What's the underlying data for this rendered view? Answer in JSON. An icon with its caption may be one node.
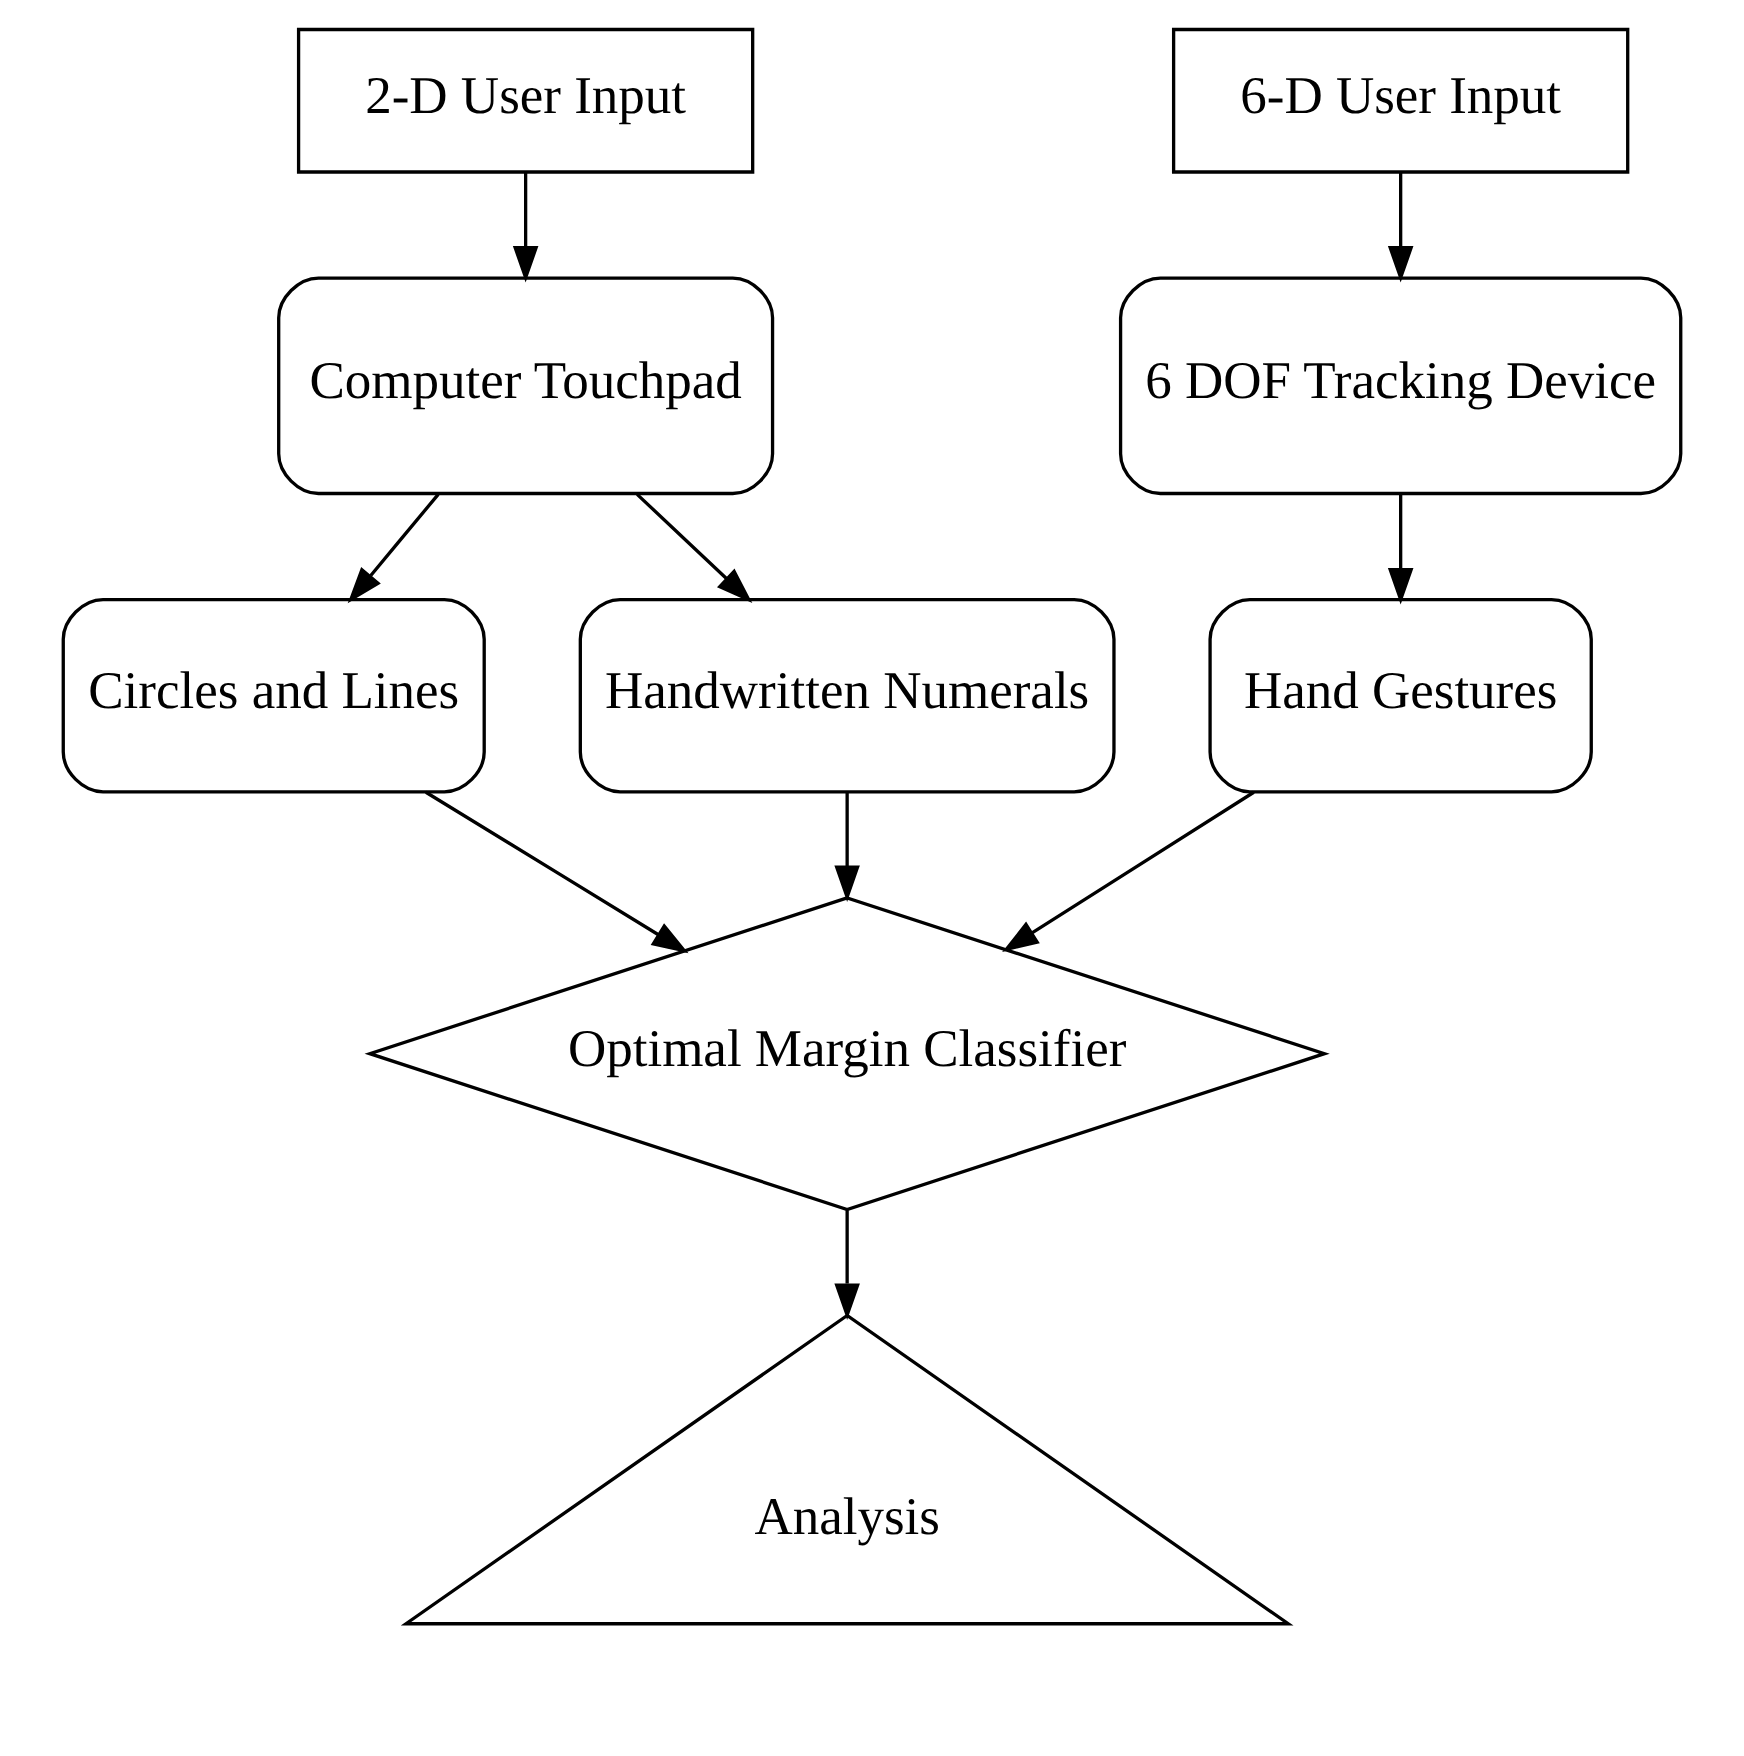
{
  "diagram": {
    "nodes": [
      {
        "text": [
          "2-D User Input"
        ]
      },
      {
        "text": [
          "6-D User Input"
        ]
      },
      {
        "text": [
          "Computer Touchpad"
        ]
      },
      {
        "text": [
          "6 DOF Tracking Device"
        ]
      },
      {
        "text": [
          "Circles and Lines"
        ]
      },
      {
        "text": [
          "Handwritten Numerals"
        ]
      },
      {
        "text": [
          "Hand Gestures"
        ]
      },
      {
        "text": [
          "Optimal Margin Classifier"
        ]
      },
      {
        "text": [
          "Analysis"
        ]
      }
    ],
    "edges": [
      {
        "from": 0,
        "to": 2,
        "arrow": "to"
      },
      {
        "from": 1,
        "to": 3,
        "arrow": "to"
      },
      {
        "from": 2,
        "to": 4,
        "arrow": "to"
      },
      {
        "from": 2,
        "to": 5,
        "arrow": "to"
      },
      {
        "from": 3,
        "to": 6,
        "arrow": "to"
      },
      {
        "from": 4,
        "to": 7,
        "arrow": "to"
      },
      {
        "from": 5,
        "to": 7,
        "arrow": "to"
      },
      {
        "from": 6,
        "to": 7,
        "arrow": "to"
      },
      {
        "from": 7,
        "to": 8,
        "arrow": "to"
      }
    ]
  }
}
